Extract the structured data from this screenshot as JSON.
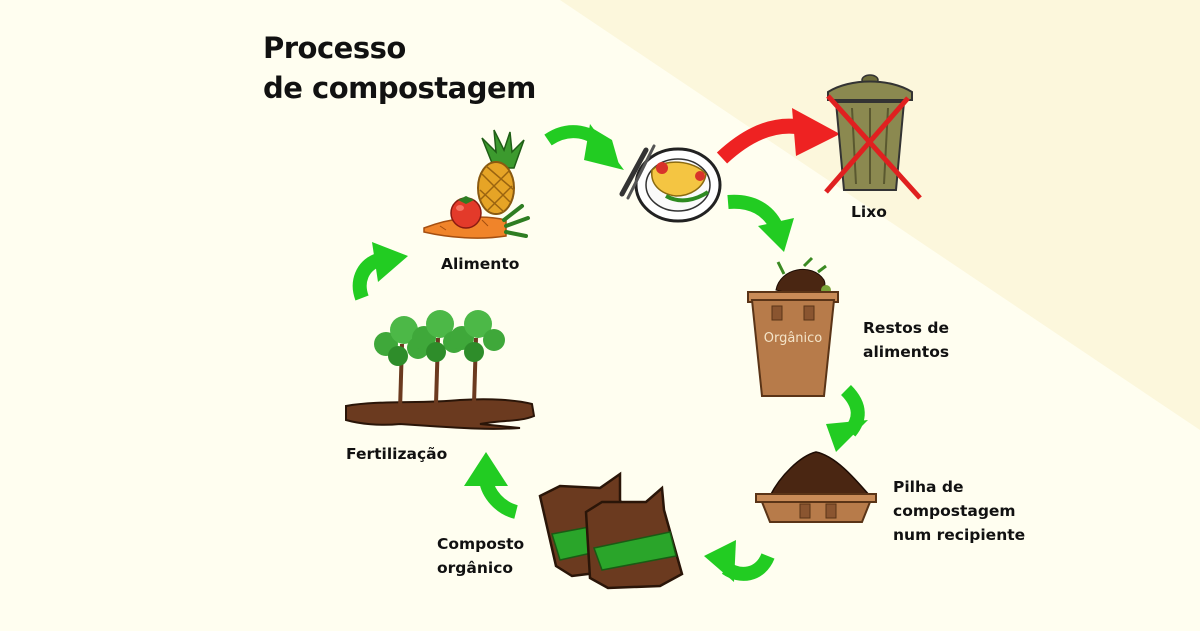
{
  "title": {
    "line1": "Processo",
    "line2": "de compostagem"
  },
  "stages": {
    "food": "Alimento",
    "trash": "Lixo",
    "scraps_line1": "Restos de",
    "scraps_line2": "alimentos",
    "pile_line1": "Pilha de",
    "pile_line2": "compostagem",
    "pile_line3": "num recipiente",
    "compost_line1": "Composto",
    "compost_line2": "orgânico",
    "fertilization": "Fertilização"
  },
  "bin_label": "Orgânico",
  "colors": {
    "arrow_green": "#22cc22",
    "arrow_red": "#ee2222",
    "soil_brown": "#6b3a1f",
    "bin_brown": "#b77b4a",
    "background_light": "#fffef0",
    "background_cream": "#fcf7dc"
  },
  "icons": [
    "pineapple-icon",
    "tomato-icon",
    "carrot-icon",
    "meal-plate-icon",
    "trash-can-icon",
    "compost-bin-icon",
    "compost-pile-icon",
    "compost-bags-icon",
    "trees-icon"
  ]
}
